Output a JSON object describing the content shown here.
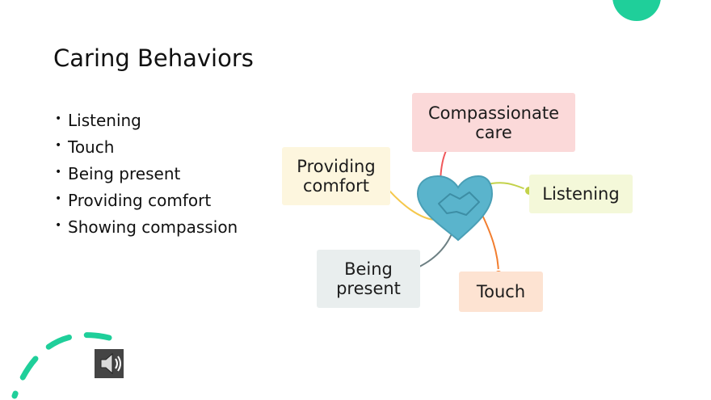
{
  "slide": {
    "title": "Caring Behaviors",
    "bullets": [
      "Listening",
      "Touch",
      "Being present",
      "Providing comfort",
      "Showing compassion"
    ],
    "bullet_glyph": "•"
  },
  "diagram": {
    "center": "heart-handshake-icon",
    "nodes": [
      {
        "label": "Compassionate\ncare",
        "color": "#fbd9d9",
        "dot": "#f0575a"
      },
      {
        "label": "Providing\ncomfort",
        "color": "#fdf6de",
        "dot": "#f5c84c"
      },
      {
        "label": "Listening",
        "color": "#f4f8d9",
        "dot": "#c3d24a"
      },
      {
        "label": "Being\npresent",
        "color": "#e9eeee",
        "dot": "#6d8083"
      },
      {
        "label": "Touch",
        "color": "#fde3d2",
        "dot": "#f27d2e"
      }
    ]
  },
  "colors": {
    "accent": "#1fcf9a",
    "heart": "#5ab4cc"
  },
  "icons": {
    "audio": "speaker-icon"
  }
}
